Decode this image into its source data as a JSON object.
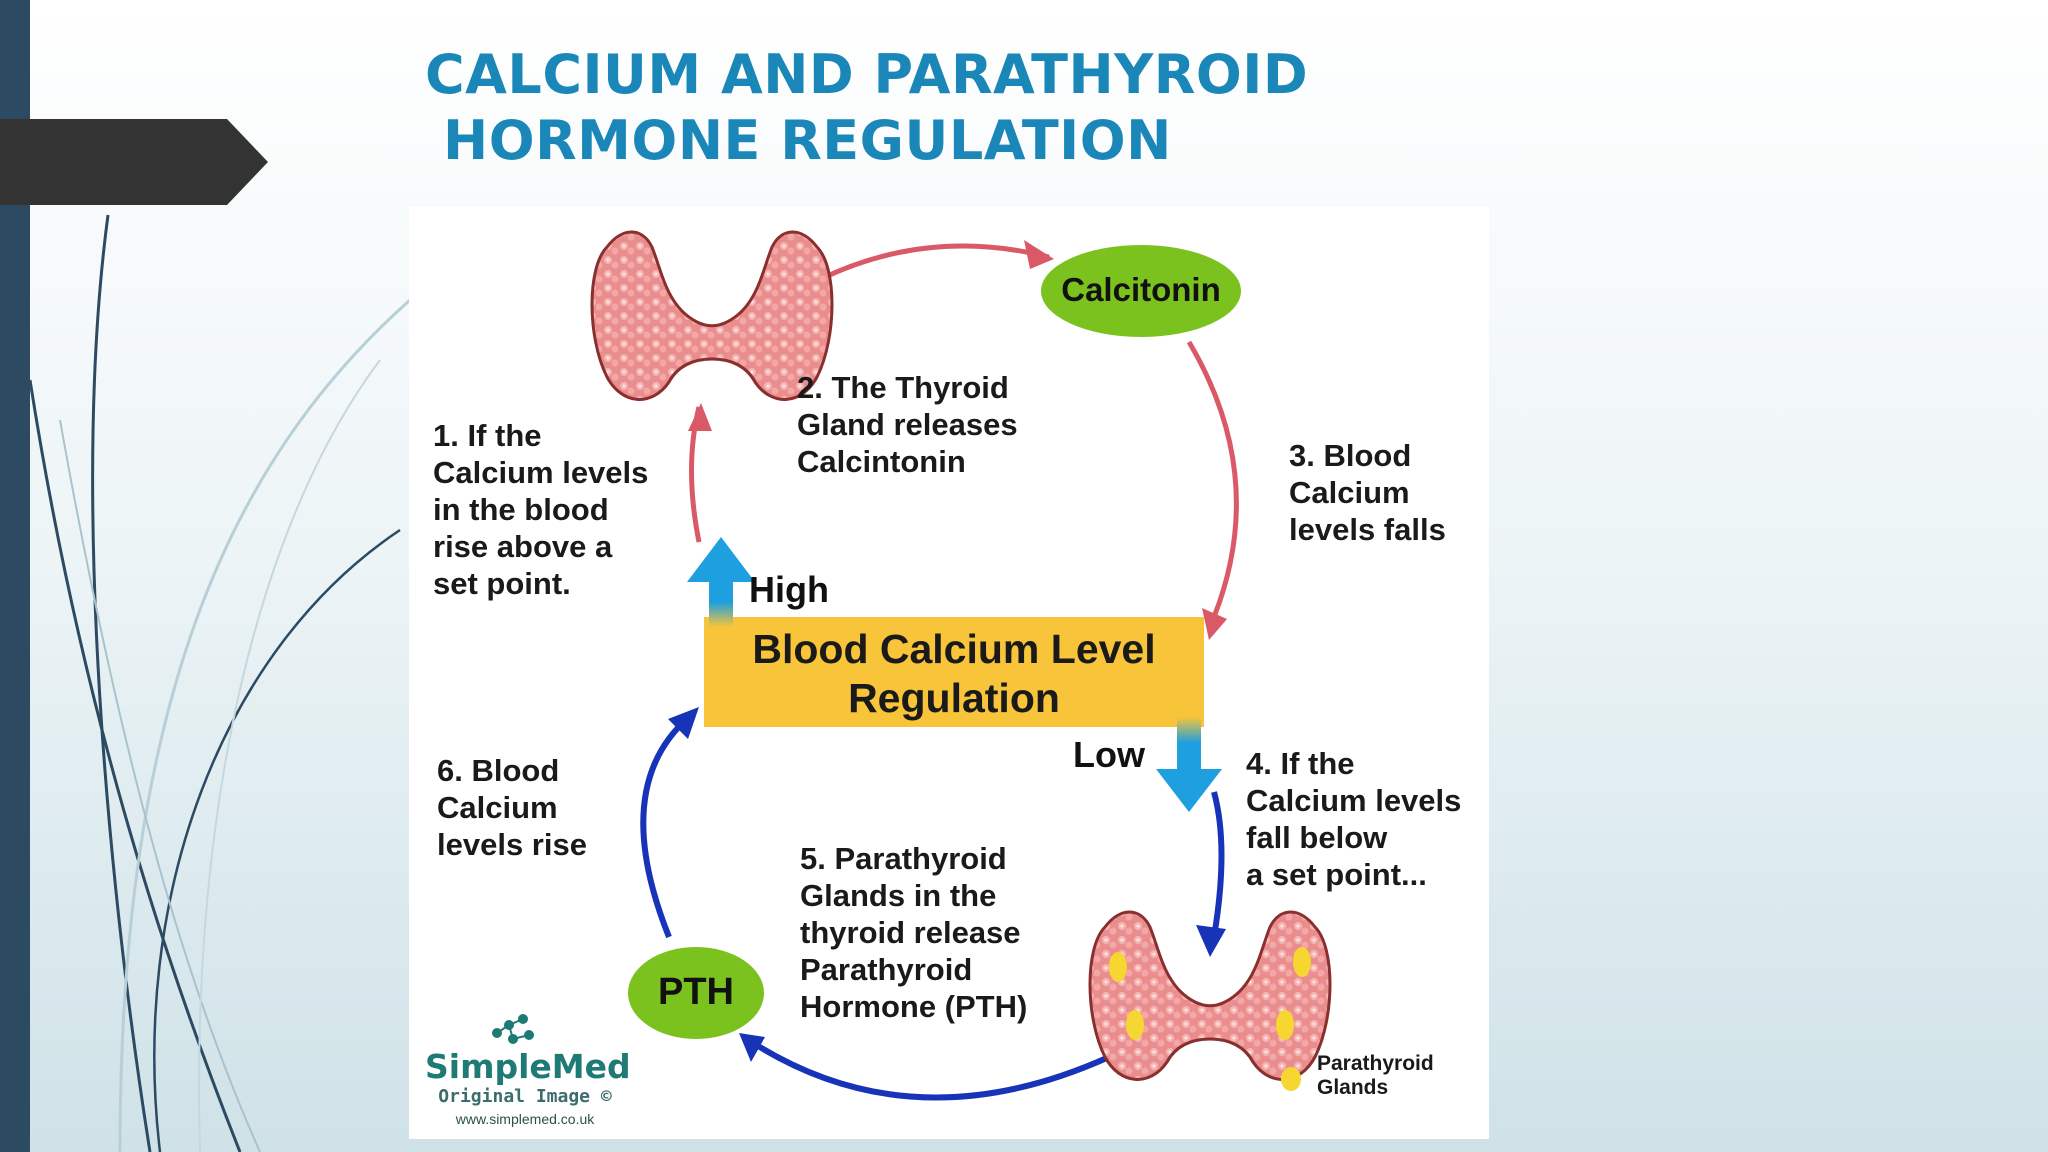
{
  "slide": {
    "title_line1": "CALCIUM AND PARATHYROID",
    "title_line2": "HORMONE REGULATION"
  },
  "diagram": {
    "center_label": "Blood Calcium Level\nRegulation",
    "high_label": "High",
    "low_label": "Low",
    "calcitonin_label": "Calcitonin",
    "pth_label": "PTH",
    "steps": {
      "step1": "1. If the\nCalcium levels\nin the blood\nrise above a\nset point.",
      "step2": "2. The Thyroid\nGland releases\nCalcintonin",
      "step3": "3. Blood\nCalcium\nlevels falls",
      "step4": "4. If the\nCalcium levels\nfall below\na set point...",
      "step5": "5. Parathyroid\nGlands in the\nthyroid release\nParathyroid\nHormone (PTH)",
      "step6": "6. Blood\nCalcium\nlevels rise"
    },
    "legend_label": "Parathyroid\nGlands",
    "logo": {
      "brand": "SimpleMed",
      "subtitle": "Original Image ©",
      "url": "www.simplemed.co.uk"
    },
    "colors": {
      "box": "#f8c53a",
      "ellipse_green": "#7cc21e",
      "arrow_red": "#d95a66",
      "arrow_blue": "#1733b8",
      "arrow_cyan": "#1d9fe0",
      "thyroid": "#e98d8d",
      "parathyroid_gland": "#f6d630"
    },
    "icons": [
      "thyroid-gland-icon",
      "thyroid-with-parathyroid-icon",
      "simplemed-logo-icon"
    ]
  }
}
